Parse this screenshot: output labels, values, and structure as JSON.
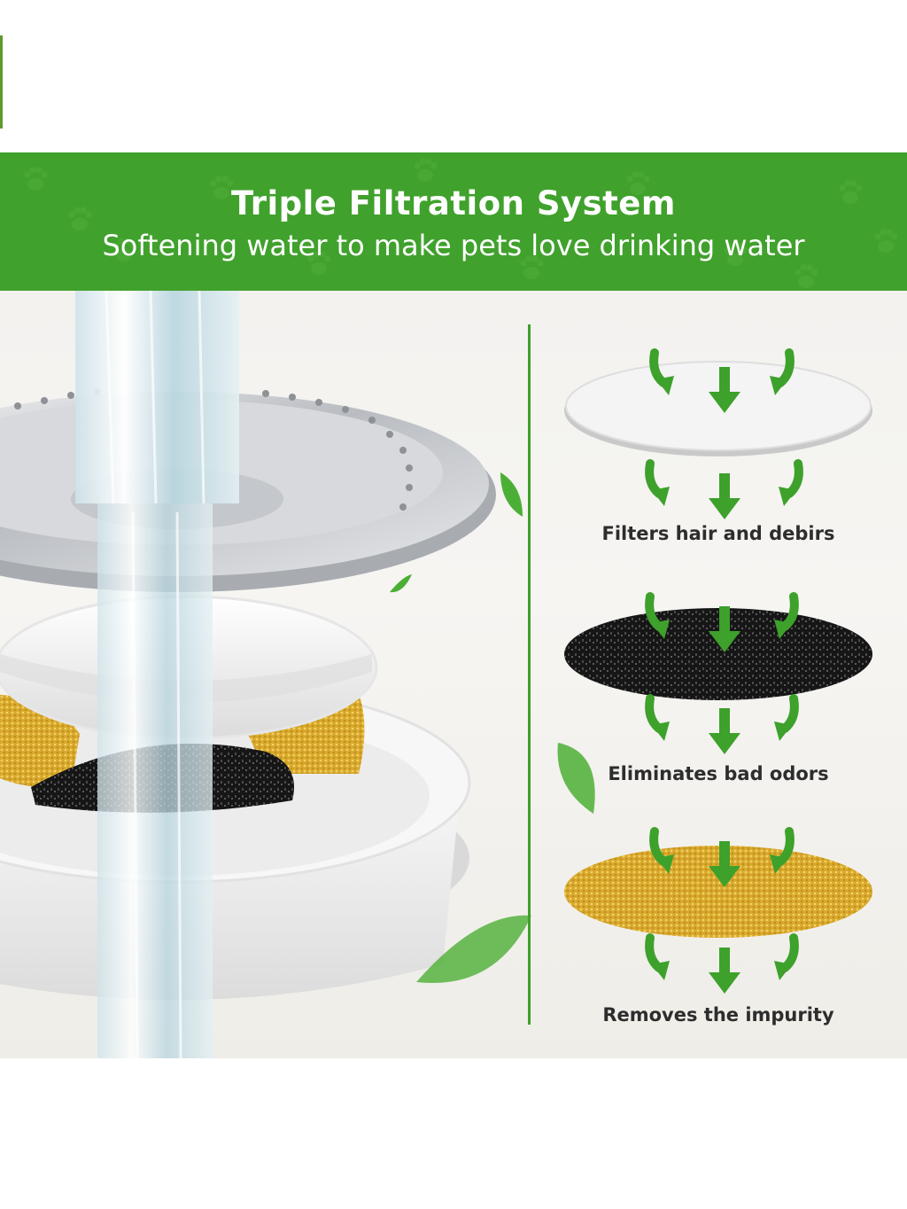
{
  "banner": {
    "title": "Triple Filtration System",
    "subtitle": "Softening water to make pets love drinking water",
    "color": "#40a12c"
  },
  "filters": [
    {
      "name": "foam-filter",
      "caption": "Filters hair and debirs",
      "color": "#f2f2f2"
    },
    {
      "name": "carbon-filter",
      "caption": "Eliminates bad odors",
      "color": "#1a1a1a"
    },
    {
      "name": "resin-filter",
      "caption": "Removes the impurity",
      "color": "#d9a82a"
    }
  ],
  "colors": {
    "arrow": "#3da12b",
    "divider": "#3da12b",
    "steel": "#c9ccd0"
  },
  "icons": [
    "paw-print-icon",
    "down-arrow-icon",
    "curved-arrow-icon",
    "leaf-icon"
  ]
}
